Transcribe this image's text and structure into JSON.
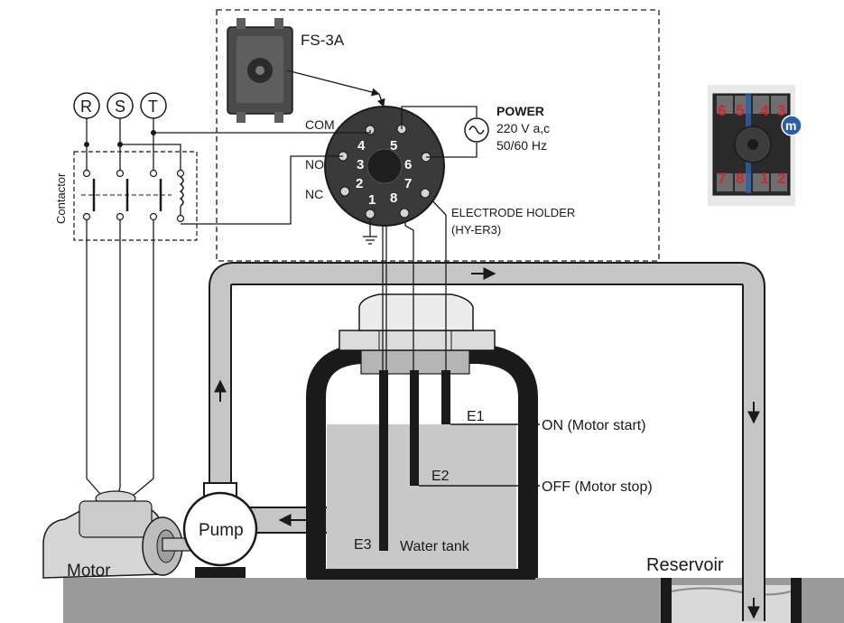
{
  "relay": {
    "model": "FS-3A",
    "terminals": {
      "com": "COM",
      "no": "NO",
      "nc": "NC"
    },
    "pins": [
      "1",
      "2",
      "3",
      "4",
      "5",
      "6",
      "7",
      "8"
    ],
    "power": {
      "title": "POWER",
      "voltage": "220 V a,c",
      "frequency": "50/60 Hz"
    },
    "electrode_holder": {
      "name": "ELECTRODE HOLDER",
      "model": "(HY-ER3)"
    }
  },
  "phases": [
    "R",
    "S",
    "T"
  ],
  "contactor_label": "Contactor",
  "electrodes": {
    "e1": "E1",
    "e2": "E2",
    "e3": "E3"
  },
  "levels": {
    "on": "ON (Motor start)",
    "off": "OFF (Motor stop)"
  },
  "components": {
    "pump": "Pump",
    "motor": "Motor",
    "tank": "Water tank",
    "reservoir": "Reservoir"
  },
  "socket_photo": {
    "top_numbers": [
      "6",
      "5",
      "4",
      "3"
    ],
    "bottom_numbers": [
      "7",
      "8",
      "1",
      "2"
    ],
    "logo": "m"
  },
  "colors": {
    "line": "#1a1a1a",
    "pipe": "#c6c6c6",
    "water": "#c8c8c8",
    "ground": "#9a9a9a",
    "accent": "#d0282d",
    "relay_body": "#3a3a3a",
    "logo": "#2d5fa8"
  }
}
